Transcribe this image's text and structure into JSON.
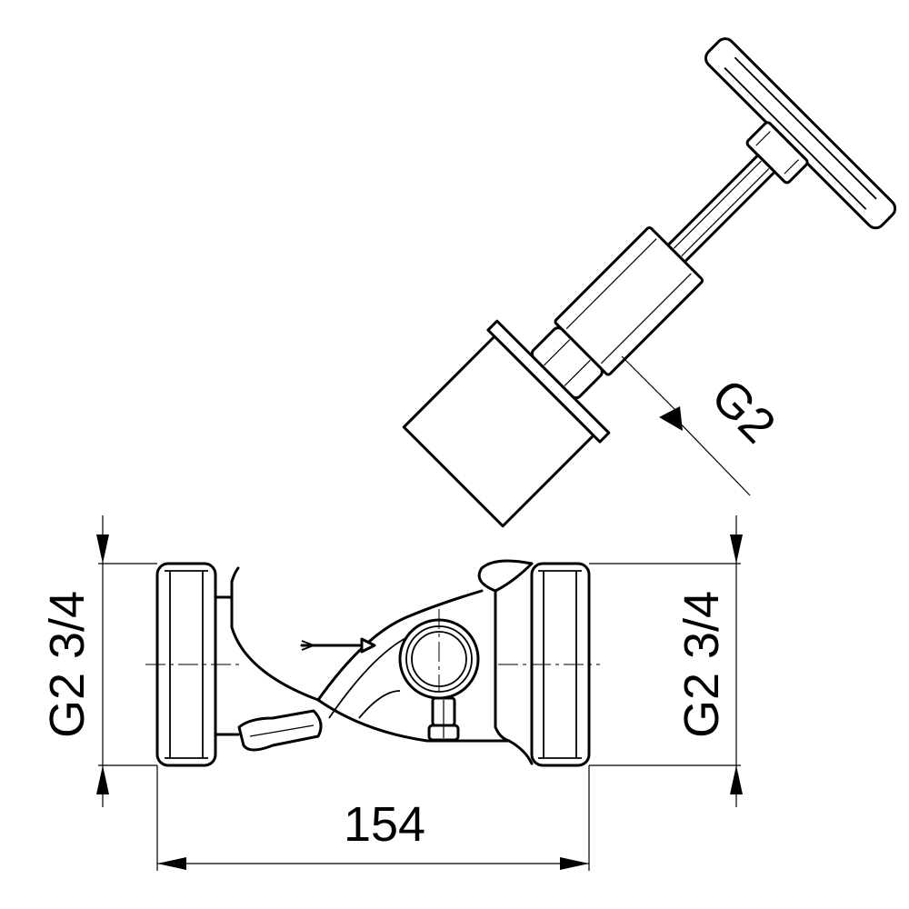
{
  "diagram": {
    "labels": {
      "stem_thread": "G2",
      "left_connection": "G2 3/4",
      "right_connection": "G2 3/4",
      "overall_length": "154"
    },
    "colors": {
      "line": "#000000",
      "background": "#ffffff"
    }
  }
}
